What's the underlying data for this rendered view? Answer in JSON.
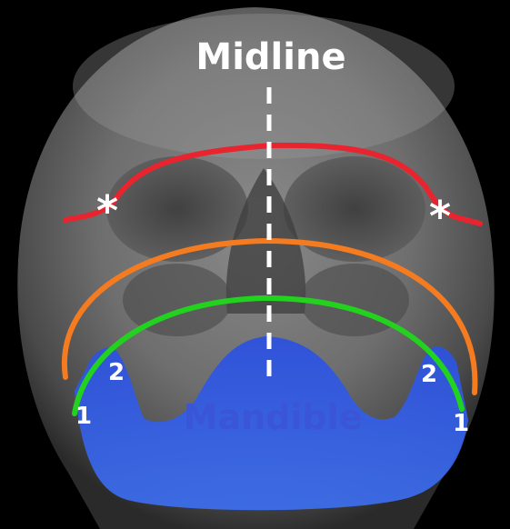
{
  "labels": {
    "midline": "Midline",
    "mandible": "Mandible",
    "asterisk": "*",
    "num1": "1",
    "num2": "2"
  },
  "colors": {
    "red_line": "#e8242f",
    "orange_line": "#f47b20",
    "green_line": "#22d21e",
    "mandible_fill": "#2f5fe6",
    "mandible_text": "#3a56d6",
    "label_white": "#ffffff"
  }
}
